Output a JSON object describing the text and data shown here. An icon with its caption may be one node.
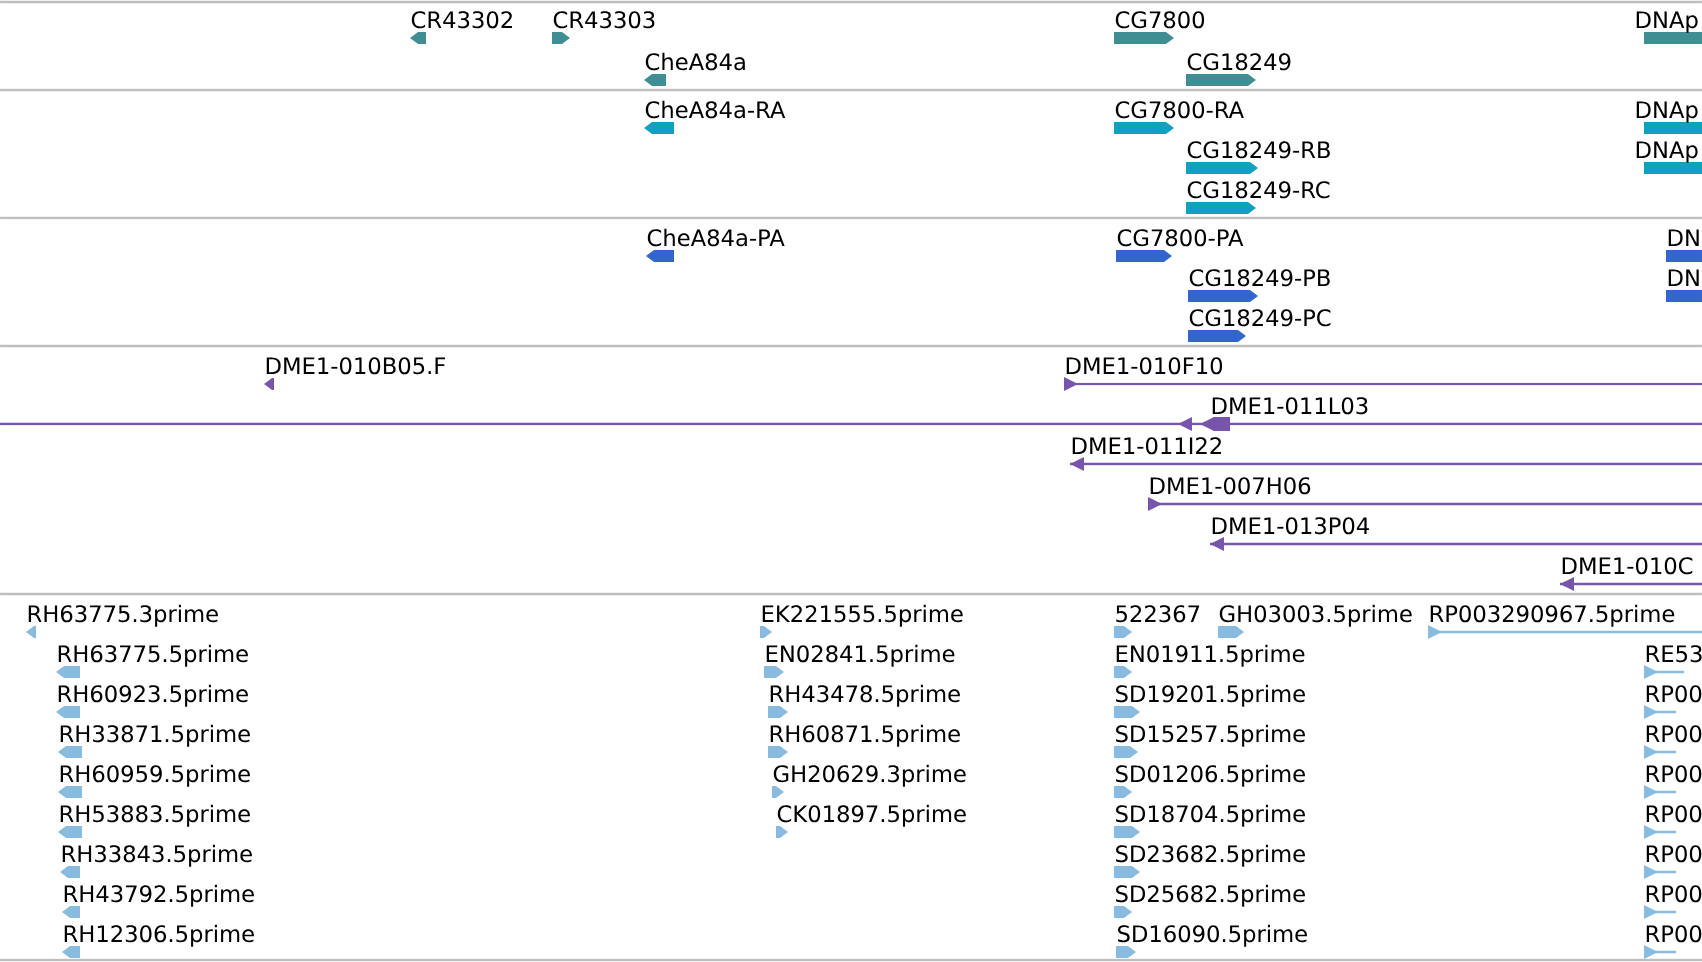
{
  "diagram": {
    "labels": [
      "CR43302",
      "CR43303",
      "CG7800",
      "DNAp",
      "CheA84a",
      "CG18249",
      "CheA84a-RA",
      "CG7800-RA",
      "DNAp",
      "CG18249-RB",
      "DNAp",
      "CG18249-RC",
      "CheA84a-PA",
      "CG7800-PA",
      "DN",
      "CG18249-PB",
      "DN",
      "CG18249-PC",
      "DME1-010B05.F",
      "DME1-010F10",
      "DME1-011L03",
      "DME1-011I22",
      "DME1-007H06",
      "DME1-013P04",
      "DME1-010C",
      "RH63775.3prime",
      "EK221555.5prime",
      "522367",
      "GH03003.5prime",
      "RP003290967.5prime",
      "RH63775.5prime",
      "EN02841.5prime",
      "EN01911.5prime",
      "RE53",
      "RH60923.5prime",
      "RH43478.5prime",
      "SD19201.5prime",
      "RP00",
      "RH33871.5prime",
      "RH60871.5prime",
      "SD15257.5prime",
      "RP00",
      "RH60959.5prime",
      "GH20629.3prime",
      "SD01206.5prime",
      "RP00",
      "RH53883.5prime",
      "CK01897.5prime",
      "SD18704.5prime",
      "RP00",
      "RH33843.5prime",
      "SD23682.5prime",
      "RP00",
      "RH43792.5prime",
      "SD25682.5prime",
      "RP00",
      "RH12306.5prime",
      "SD16090.5prime",
      "RP00"
    ]
  }
}
